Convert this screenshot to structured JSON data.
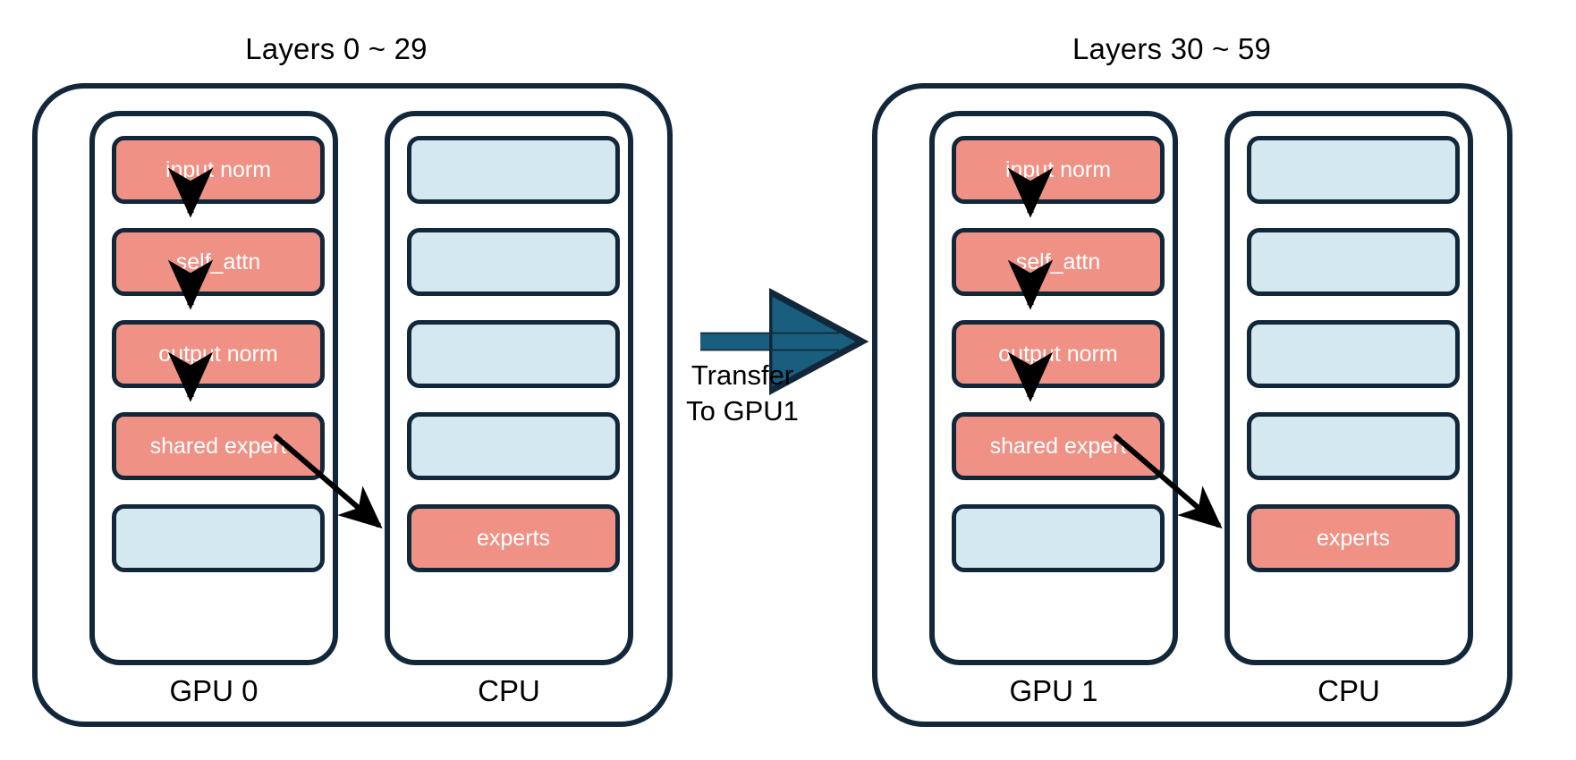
{
  "diagram": {
    "title_left": "Layers 0 ~ 29",
    "title_right": "Layers 30 ~ 59",
    "colors": {
      "module_fill": "#EF9184",
      "empty_fill": "#D3E8EF",
      "border": "#12283A",
      "transfer_arrow": "#1A5E7E",
      "flow_arrow": "#000000",
      "background": "#ffffff",
      "label_text": "#000000",
      "module_text": "#ffffff"
    },
    "transfer": {
      "line1": "Transfer",
      "line2": "To GPU1"
    },
    "panels": [
      {
        "title": "Layers 0 ~ 29",
        "gpu": {
          "label": "GPU 0",
          "slots": [
            {
              "label": "input norm",
              "kind": "module"
            },
            {
              "label": "self_attn",
              "kind": "module"
            },
            {
              "label": "output norm",
              "kind": "module"
            },
            {
              "label": "shared expert",
              "kind": "module"
            },
            {
              "label": "",
              "kind": "empty"
            }
          ]
        },
        "cpu": {
          "label": "CPU",
          "slots": [
            {
              "label": "",
              "kind": "empty"
            },
            {
              "label": "",
              "kind": "empty"
            },
            {
              "label": "",
              "kind": "empty"
            },
            {
              "label": "",
              "kind": "empty"
            },
            {
              "label": "experts",
              "kind": "module"
            }
          ]
        }
      },
      {
        "title": "Layers 30 ~ 59",
        "gpu": {
          "label": "GPU 1",
          "slots": [
            {
              "label": "input norm",
              "kind": "module"
            },
            {
              "label": "self_attn",
              "kind": "module"
            },
            {
              "label": "output norm",
              "kind": "module"
            },
            {
              "label": "shared expert",
              "kind": "module"
            },
            {
              "label": "",
              "kind": "empty"
            }
          ]
        },
        "cpu": {
          "label": "CPU",
          "slots": [
            {
              "label": "",
              "kind": "empty"
            },
            {
              "label": "",
              "kind": "empty"
            },
            {
              "label": "",
              "kind": "empty"
            },
            {
              "label": "",
              "kind": "empty"
            },
            {
              "label": "experts",
              "kind": "module"
            }
          ]
        }
      }
    ]
  }
}
